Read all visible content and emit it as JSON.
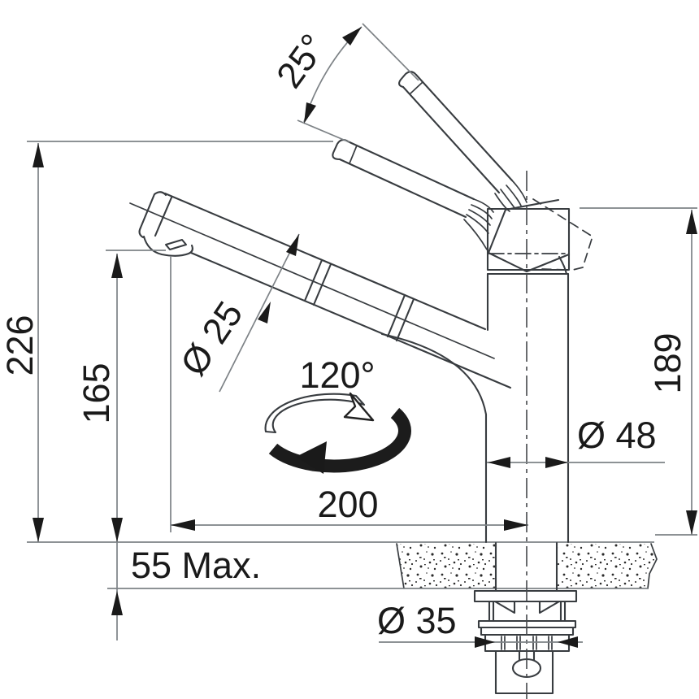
{
  "figure": {
    "type": "technical-dimension-drawing",
    "subject": "single-lever kitchen faucet with mounting hardware, side elevation"
  },
  "labels": {
    "handle_lift_angle": "25°",
    "overall_height": "226",
    "spout_outlet_height": "165",
    "spout_tube_diameter": "Ø 25",
    "swivel_rotation_angle": "120°",
    "spout_reach": "200",
    "body_base_diameter": "Ø 48",
    "height_above_mounting_surface": "189",
    "max_mounting_thickness": "55 Max.",
    "mounting_hole_diameter": "Ø 35"
  },
  "colors": {
    "background": "#ffffff",
    "part_outline": "#383c40",
    "dimension_lines": "#7d8286",
    "arrows_and_text": "#1a1a1a"
  }
}
